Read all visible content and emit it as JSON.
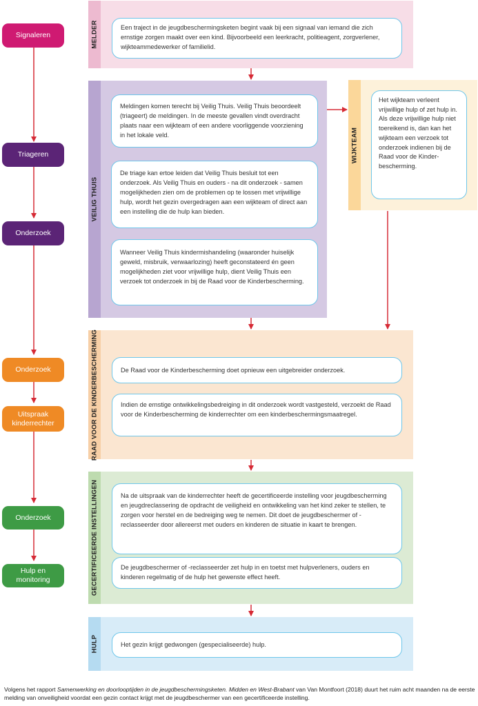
{
  "colors": {
    "magenta": "#cf1a72",
    "purple": "#5b2476",
    "orange": "#ef8a25",
    "green": "#3e9b45",
    "arrow": "#d62a35",
    "card_border": "#6dc6ea",
    "melder_bg": "#f7dde7",
    "melder_side": "#edbad0",
    "veilig_bg": "#d5c9e3",
    "veilig_side": "#b7a5d0",
    "wijkteam_bg": "#fdf1da",
    "wijkteam_side": "#fbd79a",
    "raad_bg": "#fbe6d1",
    "raad_side": "#f7cfa6",
    "gi_bg": "#dcebd4",
    "gi_side": "#bedbaf",
    "hulp_bg": "#d8ecf8",
    "hulp_side": "#b5dbf1"
  },
  "phases": {
    "signaleren": "Signaleren",
    "triageren": "Triageren",
    "onderzoek_1": "Onderzoek",
    "onderzoek_2": "Onderzoek",
    "uitspraak_line1": "Uitspraak",
    "uitspraak_line2": "kinderrechter",
    "onderzoek_3": "Onderzoek",
    "hulp_line1": "Hulp en",
    "hulp_line2": "monitoring"
  },
  "sections": {
    "melder": {
      "title": "MELDER",
      "text": "Een traject in de jeugdbeschermingsketen begint vaak bij een signaal van iemand die zich ernstige zorgen maakt over een kind. Bijvoorbeeld een leerkracht, politieagent, zorgverlener, wijkteammedewerker of familielid."
    },
    "veilig_thuis": {
      "title": "VEILIG THUIS",
      "card1": "Meldingen komen terecht bij Veilig Thuis. Veilig Thuis beoor­deelt (triageert) de meldingen. In de meeste gevallen vindt overdracht plaats naar een wijkteam of een andere voorlig­gende voorziening in het lokale veld.",
      "card2": "De triage kan ertoe leiden dat Veilig Thuis besluit tot een onderzoek. Als Veilig Thuis en ouders - na dit onderzoek - samen mogelijkheden zien om de problemen op te lossen met vrijwillige hulp, wordt het gezin overgedragen aan een wijkteam of direct aan een instelling die de hulp kan bieden.",
      "card3": "Wanneer Veilig Thuis kindermishandeling (waaronder huiselijk geweld, misbruik, verwaarlozing) heeft geconstateerd én geen mogelijkheden ziet voor vrijwillige hulp, dient Veilig Thuis een verzoek tot onderzoek in bij de Raad voor de Kinderbescherming."
    },
    "wijkteam": {
      "title": "WIJKTEAM",
      "text": "Het wijkteam verleent vrijwillige hulp of zet hulp in. Als deze vrijwillige hulp niet toereikend is, dan kan het wijkteam een verzoek tot onderzoek indienen bij de Raad voor de Kinder­bescherming."
    },
    "raad": {
      "title": "RAAD VOOR DE KINDERBESCHERMING",
      "card1": "De Raad voor de Kinderbescherming doet opnieuw een uitgebreider onderzoek.",
      "card2": "Indien de ernstige ontwikkelingsbedreiging in dit onderzoek wordt vastgesteld, verzoekt de Raad voor de Kinderbescherming de kinderrechter om een kinder­beschermingsmaatregel."
    },
    "gi": {
      "title": "GECERTIFICEERDE INSTELLINGEN",
      "card1": "Na de uitspraak van de kinderrechter heeft de gecertificeerde instelling voor jeugd­bescherming en jeugdreclassering de opdracht de veiligheid en ontwikkeling van het kind zeker te stellen, te zorgen voor herstel en de bedreiging weg te nemen. Dit doet de jeugdbeschermer of -reclasseerder door allereerst met ouders en kinderen de situatie in kaart te brengen.",
      "card2": "De jeugdbeschermer of -reclasseerder zet hulp in en toetst met hulpverleners, ouders en kinderen regelmatig of de hulp het gewenste effect heeft."
    },
    "hulp": {
      "title": "HULP",
      "text": "Het gezin krijgt gedwongen (gespecialiseerde) hulp."
    }
  },
  "footnote": {
    "prefix": "Volgens het rapport ",
    "italic": "Samenwerking en doorlooptijden in de jeugdbeschermingsketen. Midden en West-Brabant",
    "suffix": " van Van Montfoort (2018) duurt het ruim acht maanden na de eerste melding van onveiligheid voordat een gezin contact krijgt met de jeugdbeschermer van een gecertificeerde instelling."
  }
}
